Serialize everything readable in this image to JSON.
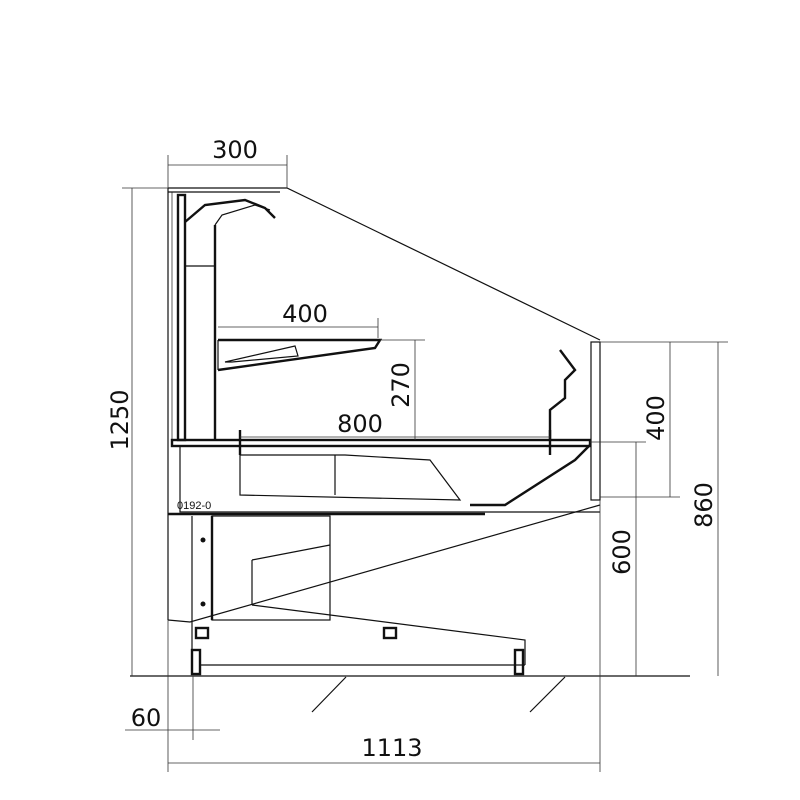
{
  "drawing": {
    "part_code": "0192-0",
    "dimensions": {
      "canopy_depth": "300",
      "total_height": "1250",
      "upper_shelf_depth": "400",
      "shelf_clearance": "270",
      "deck_depth": "800",
      "front_glass_height": "400",
      "front_height": "860",
      "deck_height": "600",
      "base_offset": "60",
      "total_depth": "1113"
    }
  }
}
